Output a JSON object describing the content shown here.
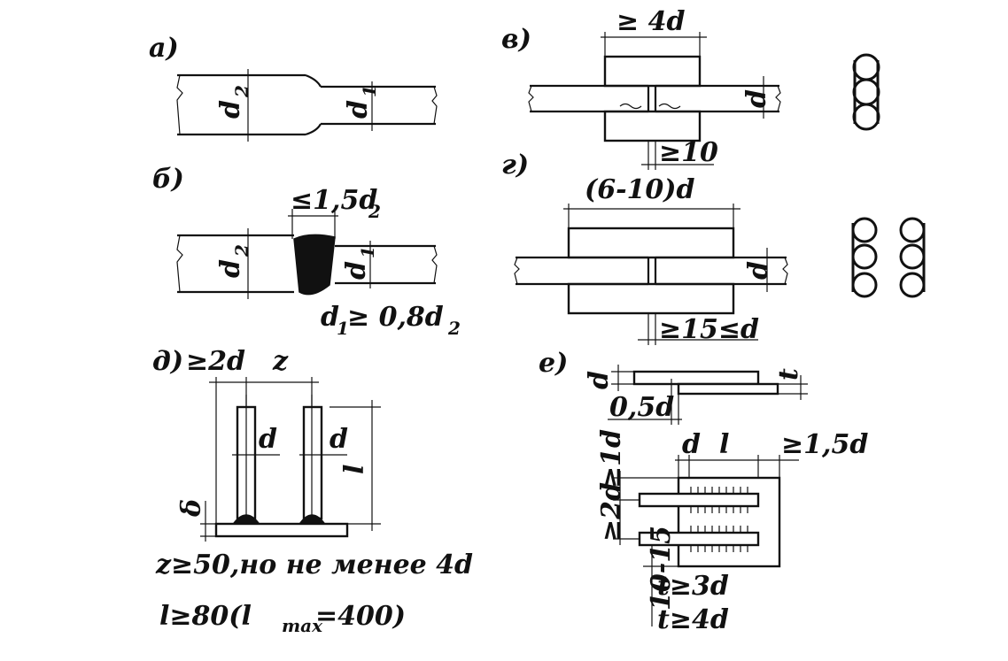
{
  "panels": {
    "a": {
      "label": "а)",
      "dims": {
        "d_left": "d",
        "d_left_sub": "2",
        "d_right": "d",
        "d_right_sub": "1"
      }
    },
    "b": {
      "label": "б)",
      "dims": {
        "top": "≤1,5d",
        "top_sub": "2",
        "d_left": "d",
        "d_left_sub": "2",
        "d_right": "d",
        "d_right_sub": "1"
      },
      "formula": {
        "a": "d",
        "a_sub": "1",
        "b": "≥ 0,8d",
        "b_sub": "2"
      }
    },
    "v": {
      "label": "в)",
      "dims": {
        "top": "≥ 4d",
        "d": "d",
        "gap": "≥10"
      }
    },
    "g": {
      "label": "г)",
      "dims": {
        "top": "(6-10)d",
        "d": "d",
        "gap": "≥15≤d"
      }
    },
    "d": {
      "label": "д)",
      "dims": {
        "left": "≥2d",
        "z": "z",
        "d1": "d",
        "d2": "d",
        "l": "l",
        "delta": "δ"
      },
      "formulas": {
        "z": "z≥50,но не менее 4d",
        "l_a": "l≥80(l",
        "l_sub": "max",
        "l_b": "=400)"
      }
    },
    "e": {
      "label": "е)",
      "dims": {
        "d": "d",
        "t": "t",
        "half_d": "0,5d",
        "d2": "d",
        "l": "l",
        "ge15d": "≥1,5d",
        "ge1d": "≥1d",
        "ge2d": "≥2d",
        "range": "10-15",
        "t3": "t≥3d",
        "t4": "t≥4d"
      }
    }
  }
}
